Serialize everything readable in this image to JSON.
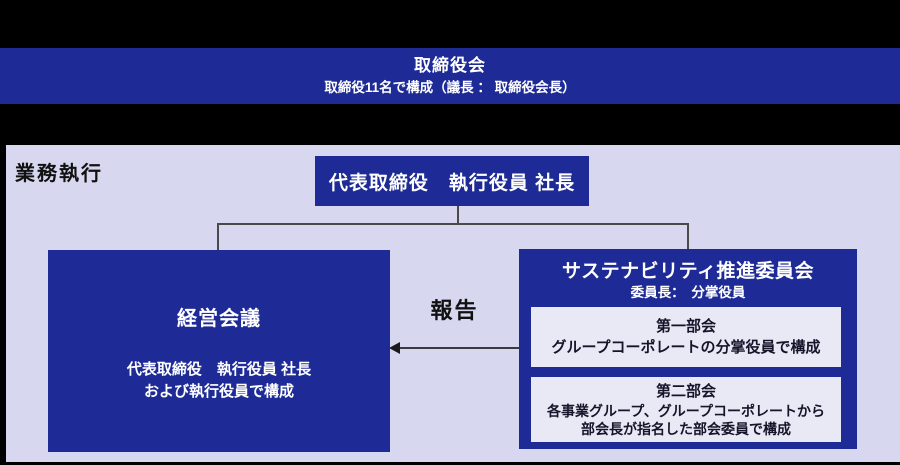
{
  "colors": {
    "background": "#000000",
    "node_blue": "#1e2b96",
    "panel_lavender": "#d7d8ef",
    "subbox_light": "#e9e9f6",
    "text_white": "#ffffff",
    "text_dark": "#111111",
    "connector_gray": "#4a4a4a"
  },
  "board_banner": {
    "title": "取締役会",
    "subtitle": "取締役11名で構成（議長 ： 取締役会長）"
  },
  "execution_panel": {
    "label": "業務執行",
    "president_box": {
      "title": "代表取締役　執行役員 社長"
    },
    "management_meeting_box": {
      "title": "経営会議",
      "body_line1": "代表取締役　執行役員 社長",
      "body_line2": "および執行役員で構成"
    },
    "report_label": "報告",
    "sustainability_box": {
      "title": "サステナビリティ推進委員会",
      "subtitle": "委員長：　分掌役員",
      "subcommittees": [
        {
          "name": "第一部会",
          "desc_line1": "グループコーポレートの分掌役員で構成",
          "desc_line2": ""
        },
        {
          "name": "第二部会",
          "desc_line1": "各事業グループ、グループコーポレートから",
          "desc_line2": "部会長が指名した部会委員で構成"
        }
      ]
    }
  }
}
